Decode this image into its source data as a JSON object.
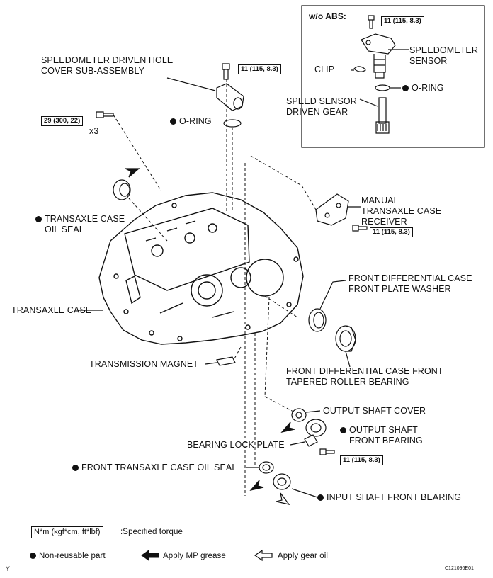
{
  "inset": {
    "title": "w/o ABS:",
    "torque_bolt": "11 (115, 8.3)",
    "speedometer_sensor": "SPEEDOMETER SENSOR",
    "clip": "CLIP",
    "o_ring": "O-RING",
    "speed_sensor_gear": "SPEED SENSOR DRIVEN GEAR"
  },
  "labels": {
    "speedo_hole_cover": "SPEEDOMETER DRIVEN HOLE COVER SUB-ASSEMBLY",
    "torque_hole_cover": "11 (115, 8.3)",
    "o_ring": "O-RING",
    "torque_case_bolt": "29 (300, 22)",
    "x3": "x3",
    "transaxle_case_oil_seal": "TRANSAXLE CASE OIL SEAL",
    "manual_transaxle_case_receiver": "MANUAL TRANSAXLE CASE RECEIVER",
    "torque_receiver": "11 (115, 8.3)",
    "front_diff_washer": "FRONT DIFFERENTIAL CASE FRONT PLATE WASHER",
    "transaxle_case": "TRANSAXLE CASE",
    "transmission_magnet": "TRANSMISSION MAGNET",
    "front_diff_bearing": "FRONT DIFFERENTIAL CASE FRONT TAPERED ROLLER BEARING",
    "output_shaft_cover": "OUTPUT SHAFT COVER",
    "output_shaft_front_bearing": "OUTPUT SHAFT FRONT BEARING",
    "bearing_lock_plate": "BEARING LOCK PLATE",
    "torque_lock_plate": "11 (115, 8.3)",
    "front_transaxle_case_oil_seal": "FRONT TRANSAXLE CASE OIL SEAL",
    "input_shaft_front_bearing": "INPUT SHAFT FRONT BEARING"
  },
  "legend": {
    "torque_box": "N*m (kgf*cm, ft*lbf)",
    "torque_desc": ":Specified torque",
    "non_reusable": "Non-reusable part",
    "mp_grease": "Apply MP grease",
    "gear_oil": "Apply gear oil"
  },
  "footer": {
    "corner": "Y",
    "figure_code": "C121096E01"
  }
}
